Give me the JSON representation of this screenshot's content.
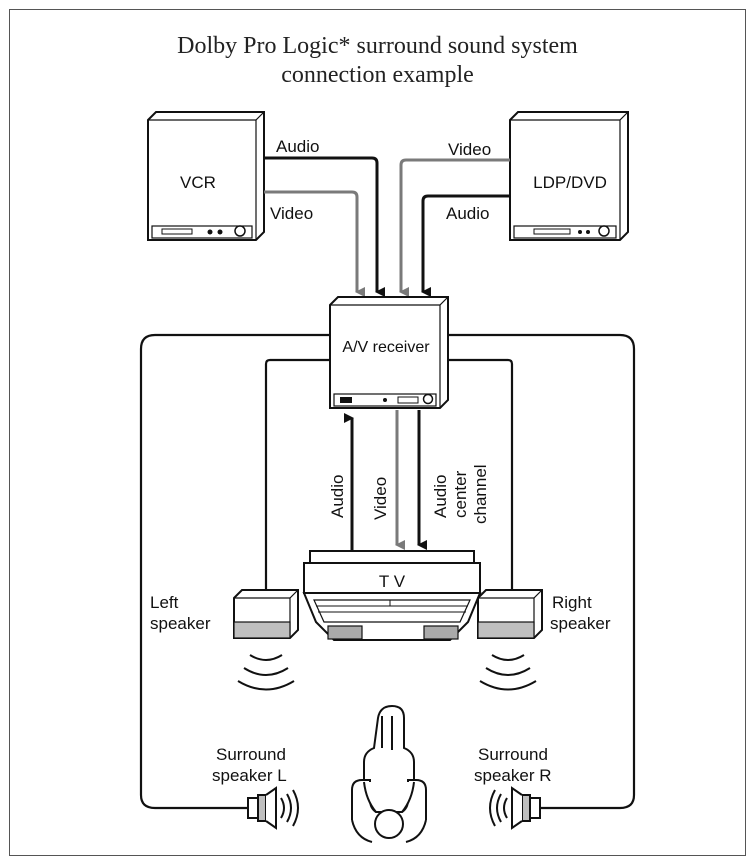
{
  "title": {
    "line1": "Dolby Pro Logic* surround sound system",
    "line2": "connection example"
  },
  "devices": {
    "vcr": "VCR",
    "ldp": "LDP/DVD",
    "receiver": "A/V receiver",
    "tv": "T V"
  },
  "signals": {
    "vcr_audio": "Audio",
    "vcr_video": "Video",
    "ldp_video": "Video",
    "ldp_audio": "Audio",
    "tv_audio": "Audio",
    "tv_video": "Video",
    "tv_center_1": "Audio",
    "tv_center_2": "center",
    "tv_center_3": "channel"
  },
  "speakers": {
    "left_1": "Left",
    "left_2": "speaker",
    "right_1": "Right",
    "right_2": "speaker",
    "surround_l_1": "Surround",
    "surround_l_2": "speaker L",
    "surround_r_1": "Surround",
    "surround_r_2": "speaker R"
  },
  "colors": {
    "audio_line": "#111111",
    "video_line": "#7a7a7a",
    "speaker_face": "#bfbfbf"
  }
}
